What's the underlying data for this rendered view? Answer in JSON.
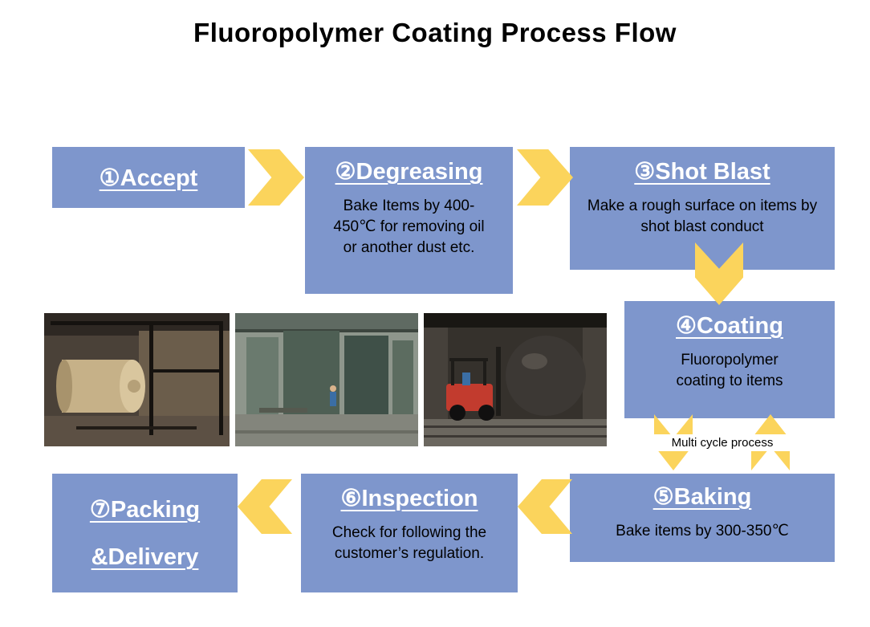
{
  "title": "Fluoropolymer Coating Process Flow",
  "colors": {
    "box": "#7E96CC",
    "arrow": "#FBD45C",
    "header_text": "#FFFFFF",
    "body_text": "#000000",
    "title_text": "#000000"
  },
  "steps": [
    {
      "label": "①Accept",
      "description": ""
    },
    {
      "label": "②Degreasing",
      "description": "Bake Items by 400-450℃ for removing oil or another dust etc."
    },
    {
      "label": "③Shot Blast",
      "description": "Make a rough surface on items by shot blast conduct"
    },
    {
      "label": "④Coating",
      "description": "Fluoropolymer coating to items"
    },
    {
      "label": "⑤Baking",
      "description": "Bake items by 300-350℃"
    },
    {
      "label": "⑥Inspection",
      "description": "Check for following the customer’s regulation."
    },
    {
      "label": "⑦Packing",
      "label_line2": "&Delivery"
    }
  ],
  "cycle_label": "Multi cycle process",
  "photos": [
    {
      "name": "blast-booth-photo"
    },
    {
      "name": "coating-workshop-photo"
    },
    {
      "name": "forklift-photo"
    }
  ]
}
